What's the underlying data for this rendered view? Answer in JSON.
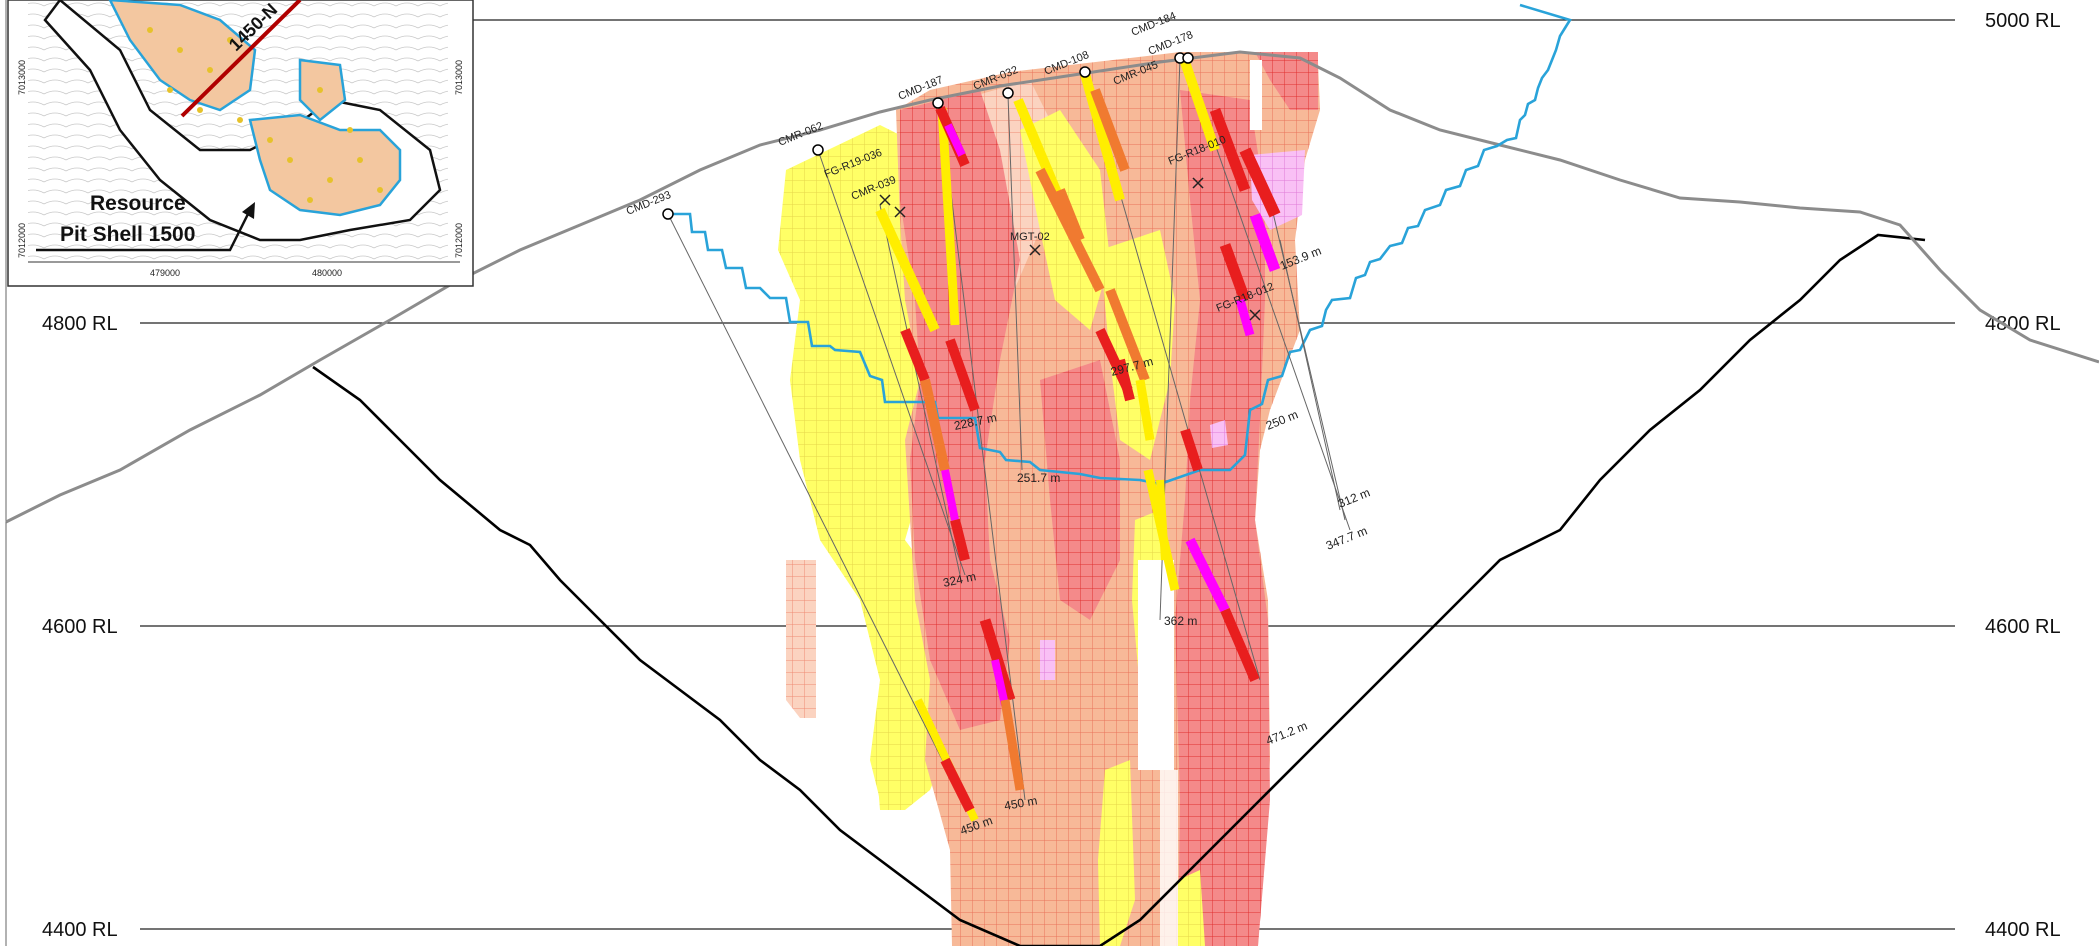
{
  "rl_levels": [
    {
      "label": "5000 RL",
      "left": false,
      "right": true
    },
    {
      "label": "4800 RL",
      "left": true,
      "right": true
    },
    {
      "label": "4600 RL",
      "left": true,
      "right": true
    },
    {
      "label": "4400 RL",
      "left": true,
      "right": true
    }
  ],
  "drill_holes": [
    {
      "name": "CMD-293",
      "depth": ""
    },
    {
      "name": "CMR-062",
      "depth": "228.7 m"
    },
    {
      "name": "FG-R19-036",
      "depth": ""
    },
    {
      "name": "CMR-039",
      "depth": "324 m"
    },
    {
      "name": "CMD-187",
      "depth": "450 m"
    },
    {
      "name": "CMR-032",
      "depth": "251.7 m"
    },
    {
      "name": "MGT-02",
      "depth": "450 m"
    },
    {
      "name": "CMD-108",
      "depth": "297.7 m"
    },
    {
      "name": "CMR-045",
      "depth": ""
    },
    {
      "name": "CMD-184",
      "depth": "362 m"
    },
    {
      "name": "CMD-178",
      "depth": "471.2 m"
    },
    {
      "name": "FG-R18-010",
      "depth": "153.9 m"
    },
    {
      "name": "FG-R18-012",
      "depth": "250 m"
    },
    {
      "name": "",
      "depth": "312 m"
    },
    {
      "name": "",
      "depth": "347.7 m"
    }
  ],
  "inset": {
    "title_line1": "Resource",
    "title_line2": "Pit Shell 1500",
    "section_label": "1450-N",
    "easting_labels": [
      "479000",
      "480000"
    ],
    "northing_labels": [
      "7013000",
      "7012000"
    ]
  },
  "colors": {
    "topography": "#8c8c8c",
    "pit_shell": "#000000",
    "resource_boundary": "#29a3d9",
    "grade_low": "#ffff55",
    "grade_mid": "#f5b58a",
    "grade_high": "#f07070",
    "grade_vhigh": "#ff00ff"
  }
}
